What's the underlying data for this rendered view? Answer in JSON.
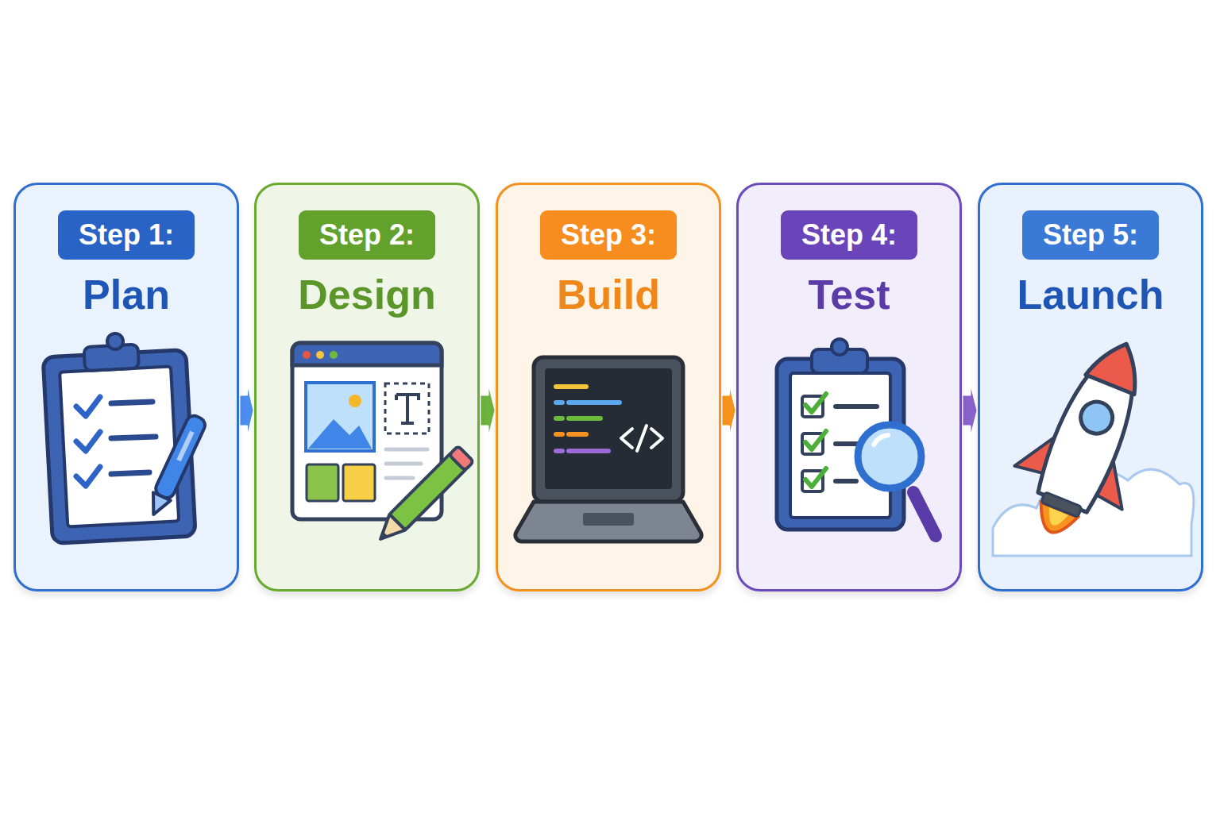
{
  "diagram": {
    "nodes": [
      {
        "text": [
          "Step 1:",
          "Plan"
        ]
      },
      {
        "text": [
          "Step 2:",
          "Design"
        ]
      },
      {
        "text": [
          "Step 3:",
          "Build"
        ]
      },
      {
        "text": [
          "Step 4:",
          "Test"
        ]
      },
      {
        "text": [
          "Step 5:",
          "Launch"
        ]
      }
    ],
    "edges": [
      {
        "from": 0,
        "to": 1,
        "arrow": "to"
      },
      {
        "from": 1,
        "to": 2,
        "arrow": "to"
      },
      {
        "from": 2,
        "to": 3,
        "arrow": "to"
      },
      {
        "from": 3,
        "to": 4,
        "arrow": "to"
      }
    ]
  }
}
